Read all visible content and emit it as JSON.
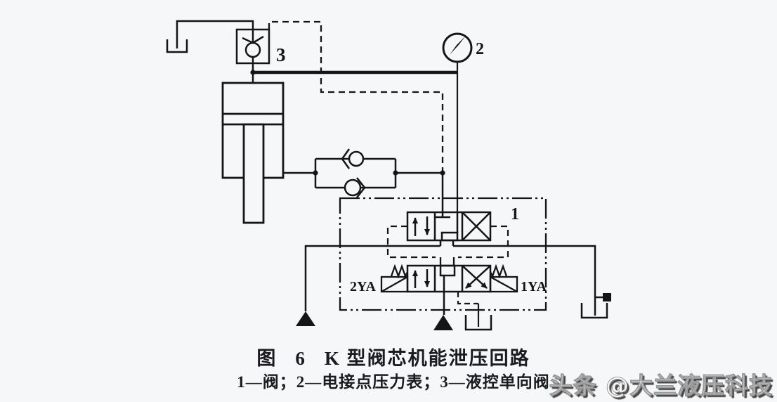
{
  "colors": {
    "background": "#f6f7f9",
    "line": "#151515",
    "watermark_text": "#ffffff",
    "watermark_shadow": "#474747"
  },
  "diagram": {
    "labels": {
      "valve_number": "1",
      "gauge_number": "2",
      "check_valve_number": "3",
      "solenoid_left": "2YA",
      "solenoid_right": "1YA"
    },
    "components": [
      "tank-symbol-top-left",
      "pilot-operated-check-valve",
      "electric-contact-pressure-gauge",
      "hydraulic-cylinder-with-piston-rod",
      "paired-check-valves",
      "valve-enclosure-boundary",
      "pilot-stage-valve",
      "main-stage-valve",
      "left-solenoid",
      "right-solenoid",
      "left-return-spring",
      "right-return-spring",
      "tank-symbol-bottom-center",
      "tank-symbol-bottom-right",
      "drain-triangle-left",
      "drain-triangle-center",
      "pressure-supply-line",
      "pilot-control-line-dashed"
    ]
  },
  "caption": {
    "prefix": "图",
    "number": "6",
    "title": "K 型阀芯机能泄压回路"
  },
  "legend": {
    "text": "1—阀；2—电接点压力表；3—液控单向阀"
  },
  "watermark": {
    "text": "头条 @大兰液压科技"
  }
}
